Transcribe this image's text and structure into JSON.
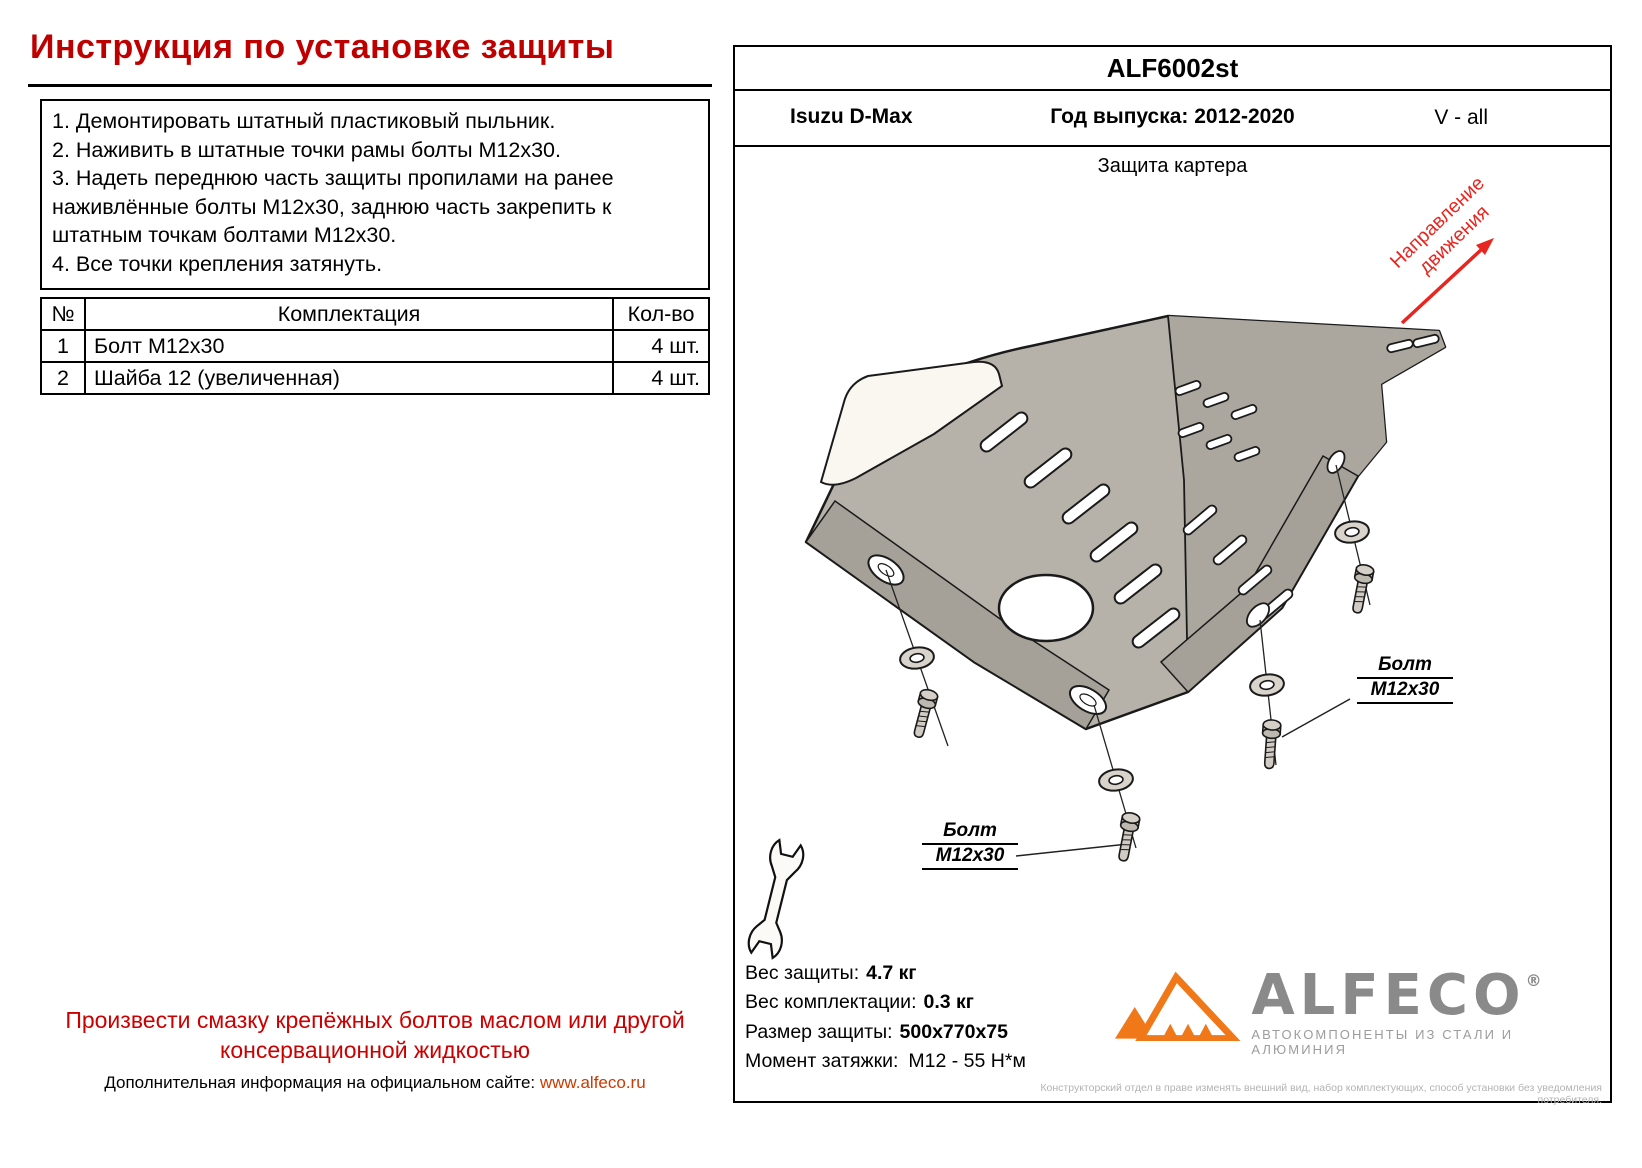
{
  "left": {
    "title": "Инструкция по установке защиты",
    "instructions": [
      "1. Демонтировать штатный пластиковый пыльник.",
      "2. Наживить в штатные точки рамы болты М12х30.",
      "3. Надеть переднюю часть защиты пропилами на ранее наживлённые болты М12х30, заднюю часть закрепить к штатным точкам болтами М12х30.",
      "4. Все точки крепления затянуть."
    ],
    "table": {
      "headers": [
        "№",
        "Комплектация",
        "Кол-во"
      ],
      "rows": [
        {
          "num": "1",
          "name": "Болт М12х30",
          "qty": "4 шт."
        },
        {
          "num": "2",
          "name": "Шайба 12 (увеличенная)",
          "qty": "4 шт."
        }
      ]
    },
    "note": "Произвести смазку крепёжных болтов маслом или другой консервационной жидкостью",
    "footer_text": "Дополнительная информация на официальном сайте:",
    "footer_link": "www.alfeco.ru"
  },
  "panel": {
    "code": "ALF6002st",
    "model": "Isuzu D-Max",
    "year": "Год выпуска: 2012-2020",
    "engine": "V - all",
    "drawing_title": "Защита картера",
    "direction_line1": "Направление",
    "direction_line2": "движения",
    "bolt_label_right": {
      "line1": "Болт",
      "line2": "М12х30"
    },
    "bolt_label_bottom": {
      "line1": "Болт",
      "line2": "М12х30"
    },
    "specs": [
      {
        "label": "Вес защиты:",
        "value": "4.7 кг"
      },
      {
        "label": "Вес комплектации:",
        "value": "0.3 кг"
      },
      {
        "label": "Размер защиты:",
        "value": "500x770x75"
      },
      {
        "label": "Момент затяжки:",
        "value": "М12 - 55 Н*м"
      }
    ],
    "logo": {
      "name": "ALFECO",
      "reg": "®",
      "tagline": "АВТОКОМПОНЕНТЫ ИЗ СТАЛИ И АЛЮМИНИЯ"
    },
    "fine_print": "Конструкторский отдел в праве изменять внешний вид, набор комплектующих, способ установки без уведомления потребителя."
  },
  "colors": {
    "title_red": "#bf0000",
    "note_red": "#cc0000",
    "link_orange": "#cc3a00",
    "arrow_red": "#e8251f",
    "logo_orange": "#f07818",
    "logo_gray": "#8a8a8a",
    "plate_gray": "#b6b2a9"
  }
}
